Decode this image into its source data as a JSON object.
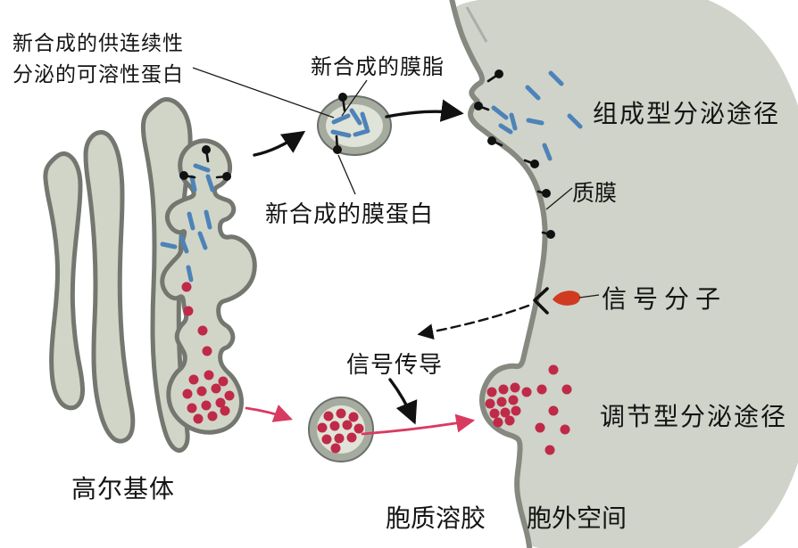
{
  "diagram": {
    "title_context": "secretory-pathways-diagram",
    "labels": {
      "soluble_protein_line1": "新合成的供连续性",
      "soluble_protein_line2": "分泌的可溶性蛋白",
      "membrane_lipid": "新合成的膜脂",
      "membrane_protein": "新合成的膜蛋白",
      "constitutive_pathway": "组成型分泌途径",
      "plasma_membrane": "质膜",
      "signal_molecule": "信号分子",
      "signal_transduction": "信号传导",
      "regulated_pathway": "调节型分泌途径",
      "golgi": "高尔基体",
      "cytosol": "胞质溶胶",
      "extracellular_space": "胞外空间"
    },
    "colors": {
      "extracellular_fill": "#cfd3c9",
      "organelle_fill": "#d1d5c8",
      "organelle_outline": "#73776f",
      "membrane_stroke": "#85897f",
      "lipid_dash": "#4d83b8",
      "secretory_protein_dot": "#bf2a48",
      "regulated_arrow": "#d93a60",
      "signal_molecule_fill": "#d03a20",
      "label_text": "#141414"
    },
    "icons": {
      "membrane_protein_icon": "black lollipop (dot with stem)",
      "membrane_lipid_icon": "short blue dash",
      "secretory_protein_icon": "red dot",
      "signal_molecule_icon": "red leaf shape",
      "receptor_icon": "black chevron on membrane"
    }
  }
}
